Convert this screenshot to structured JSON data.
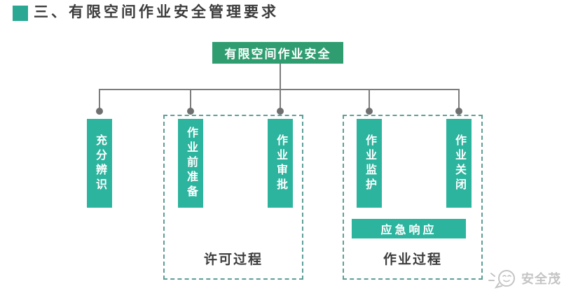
{
  "header": {
    "title": "三、有限空间作业安全管理要求",
    "bullet_color": "#2aa893",
    "title_color": "#3c3c3c"
  },
  "diagram": {
    "root": {
      "label": "有限空间作业安全",
      "color": "#2f9d70"
    },
    "node_color": "#2cb49e",
    "connector_color": "#7c7c7c",
    "dashed_border_color": "#5d9e98",
    "nodes": [
      {
        "label": "充分辨识"
      },
      {
        "label": "作业前准备"
      },
      {
        "label": "作业审批"
      },
      {
        "label": "作业监护"
      },
      {
        "label": "作业关闭"
      }
    ],
    "groups": [
      {
        "label": "许可过程",
        "members": [
          "作业前准备",
          "作业审批"
        ]
      },
      {
        "label": "作业过程",
        "members": [
          "作业监护",
          "作业关闭"
        ],
        "extra_node": "应急响应"
      }
    ],
    "emergency": {
      "label": "应急响应"
    }
  },
  "watermark": {
    "label": "安全茂",
    "icon": "chat-bubble-face-icon",
    "color": "#c4c4c4"
  }
}
